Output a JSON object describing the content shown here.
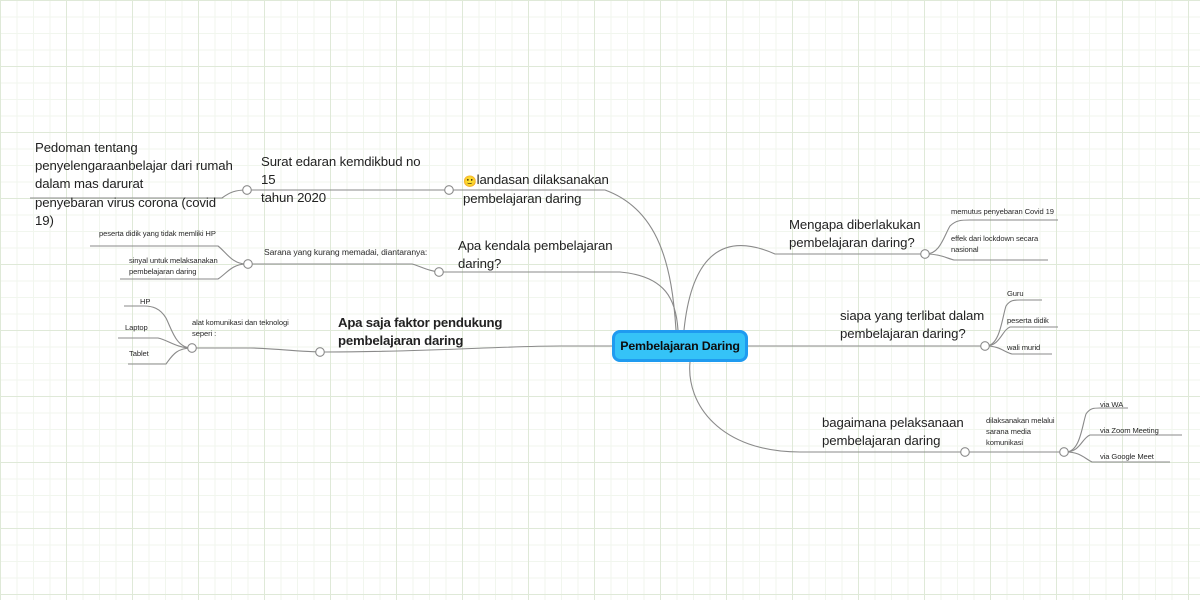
{
  "app": {
    "type": "mind-map",
    "canvas_background": "#ffffff",
    "grid_color": "#dfe9d8",
    "connector_color": "#8a8a8a"
  },
  "root": {
    "label": "Pembelajaran Daring",
    "fill_color": "#35c3f7",
    "border_color": "#1f9bf0",
    "text_color": "#0d0d0d"
  },
  "branches": [
    {
      "id": "landasan",
      "label": "landasan dilaksanakan\npembelajaran daring",
      "emoji": "🙂",
      "children": [
        {
          "id": "surat-edaran",
          "label": "Surat edaran kemdikbud no 15\ntahun 2020",
          "children": [
            {
              "id": "pedoman",
              "label": "Pedoman tentang\npenyelengaraanbelajar dari rumah\ndalam mas darurat\npenyebaran virus corona (covid 19)"
            }
          ]
        }
      ]
    },
    {
      "id": "kendala",
      "label": "Apa kendala pembelajaran\ndaring?",
      "children": [
        {
          "id": "sarana",
          "label": "Sarana yang kurang memadai, diantaranya:",
          "children": [
            {
              "id": "tidak-memiliki-hp",
              "label": "peserta didik yang tidak memliki HP"
            },
            {
              "id": "sinyal",
              "label": "sinyal untuk melaksanakan\npembelajaran daring"
            }
          ]
        }
      ]
    },
    {
      "id": "faktor-pendukung",
      "label": "Apa saja faktor pendukung\npembelajaran daring",
      "bold": true,
      "children": [
        {
          "id": "alat-komunikasi",
          "label": "alat komunikasi dan teknologi\nseperi :",
          "children": [
            {
              "id": "hp",
              "label": "HP"
            },
            {
              "id": "laptop",
              "label": "Laptop"
            },
            {
              "id": "tablet",
              "label": "Tablet"
            }
          ]
        }
      ]
    },
    {
      "id": "mengapa",
      "label": "Mengapa diberlakukan\npembelajaran daring?",
      "children": [
        {
          "id": "memutus",
          "label": "memutus penyebaran Covid 19"
        },
        {
          "id": "effek-lockdown",
          "label": "effek dari lockdown secara\nnasional"
        }
      ]
    },
    {
      "id": "siapa-terlibat",
      "label": "siapa yang terlibat dalam\npembelajaran daring?",
      "children": [
        {
          "id": "guru",
          "label": "Guru"
        },
        {
          "id": "peserta-didik",
          "label": "peserta didik"
        },
        {
          "id": "wali-murid",
          "label": "wali murid"
        }
      ]
    },
    {
      "id": "bagaimana-pelaksanaan",
      "label": "bagaimana pelaksanaan\npembelajaran daring",
      "children": [
        {
          "id": "sarana-media",
          "label": "dilaksanakan melalui\nsarana media\nkomunikasi",
          "children": [
            {
              "id": "via-wa",
              "label": "via WA"
            },
            {
              "id": "via-zoom",
              "label": "via Zoom Meeting"
            },
            {
              "id": "via-google-meet",
              "label": "via Google Meet"
            }
          ]
        }
      ]
    }
  ]
}
